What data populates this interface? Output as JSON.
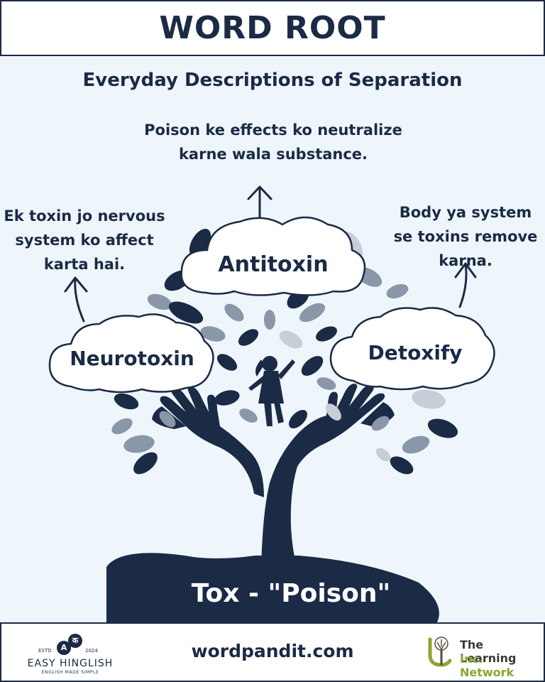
{
  "header": {
    "title": "WORD ROOT"
  },
  "subtitle": "Everyday Descriptions of Separation",
  "descriptions": {
    "top": [
      "Poison ke effects ko neutralize",
      "karne wala substance."
    ],
    "left": [
      "Ek toxin jo nervous",
      "system ko affect",
      "karta hai."
    ],
    "right": [
      "Body ya system",
      "se toxins remove",
      "karna."
    ]
  },
  "words": {
    "center": "Antitoxin",
    "left": "Neurotoxin",
    "right": "Detoxify"
  },
  "root": "Tox - \"Poison\"",
  "footer": {
    "site": "wordpandit.com",
    "left_logo": {
      "estd": "ESTD",
      "year": "2024",
      "letter_a": "A",
      "letter_k": "क",
      "name": "EASY HINGLISH",
      "tagline": "ENGLISH MADE SIMPLE"
    },
    "right_logo": {
      "line1": "The Learning",
      "line2": "Inc. Network"
    }
  },
  "colors": {
    "navy": "#1b2a45",
    "background": "#eef6fb",
    "leaf_grey": "#8a97a8",
    "brand_green": "#8aa72e"
  }
}
